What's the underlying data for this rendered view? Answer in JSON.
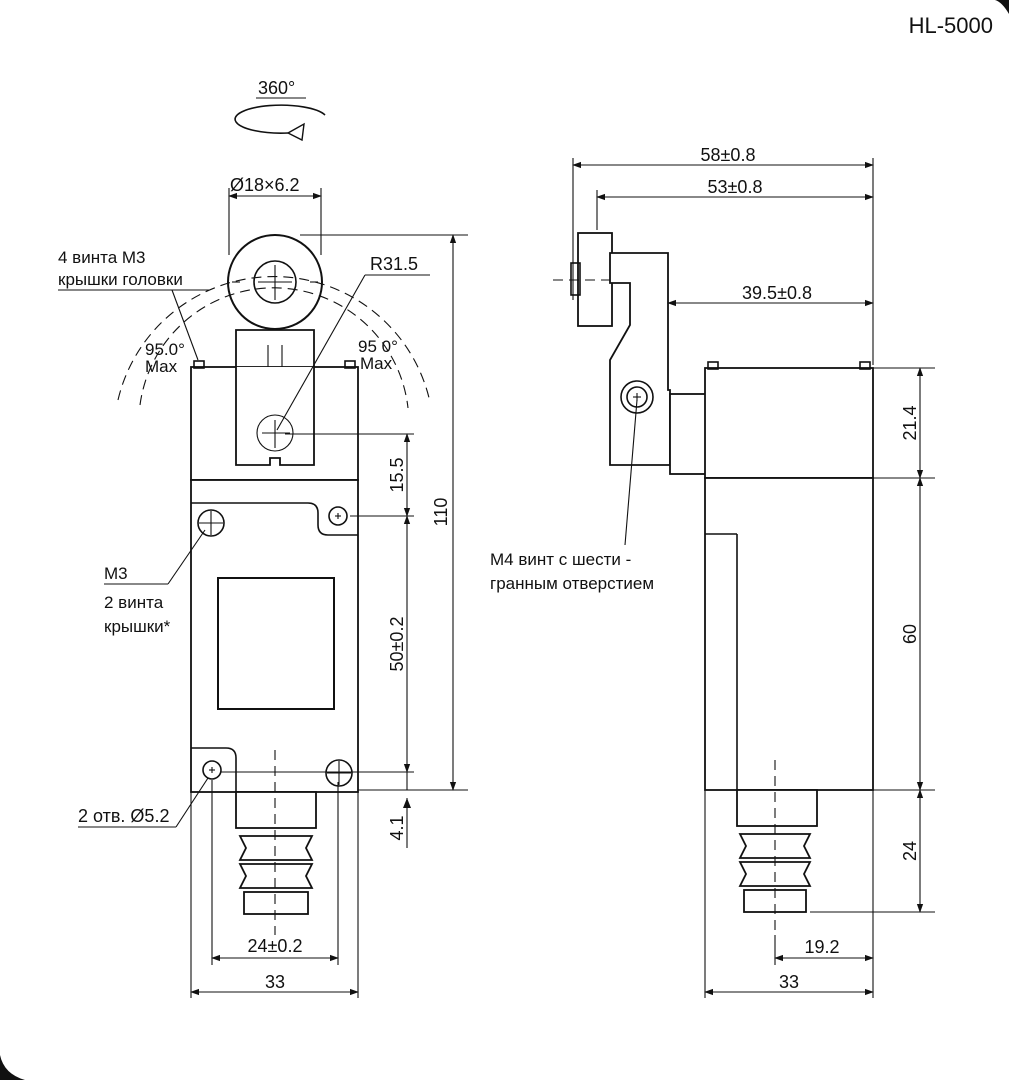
{
  "model": "HL-5000",
  "labels": {
    "rotation": "360°",
    "roller_size": "Ø18×6.2",
    "head_screws_line1": "4 винта М3",
    "head_screws_line2": "крышки головки",
    "radius": "R31.5",
    "angle_left_value": "95.0°",
    "angle_left_max": "Max",
    "angle_right_value": "95 0°",
    "angle_right_max": "Max",
    "cover_screw_thread": "М3",
    "cover_screws_line2": "2 винта",
    "cover_screws_line3": "крышки*",
    "holes": "2 отв. Ø5.2",
    "hex_screw_line1": "М4 винт с шести -",
    "hex_screw_line2": "гранным отверстием"
  },
  "dimensions": {
    "height_total": "110",
    "head_to_hole": "15.5",
    "hole_spacing": "50±0.2",
    "bottom_offset": "4.1",
    "base_hole_spacing": "24±0.2",
    "front_width": "33",
    "side_overall": "58±0.8",
    "side_roller": "53±0.8",
    "side_arm": "39.5±0.8",
    "side_head_height": "21.4",
    "side_body_height": "60",
    "side_plunger_height": "24",
    "side_plunger_offset": "19.2",
    "side_width": "33"
  }
}
